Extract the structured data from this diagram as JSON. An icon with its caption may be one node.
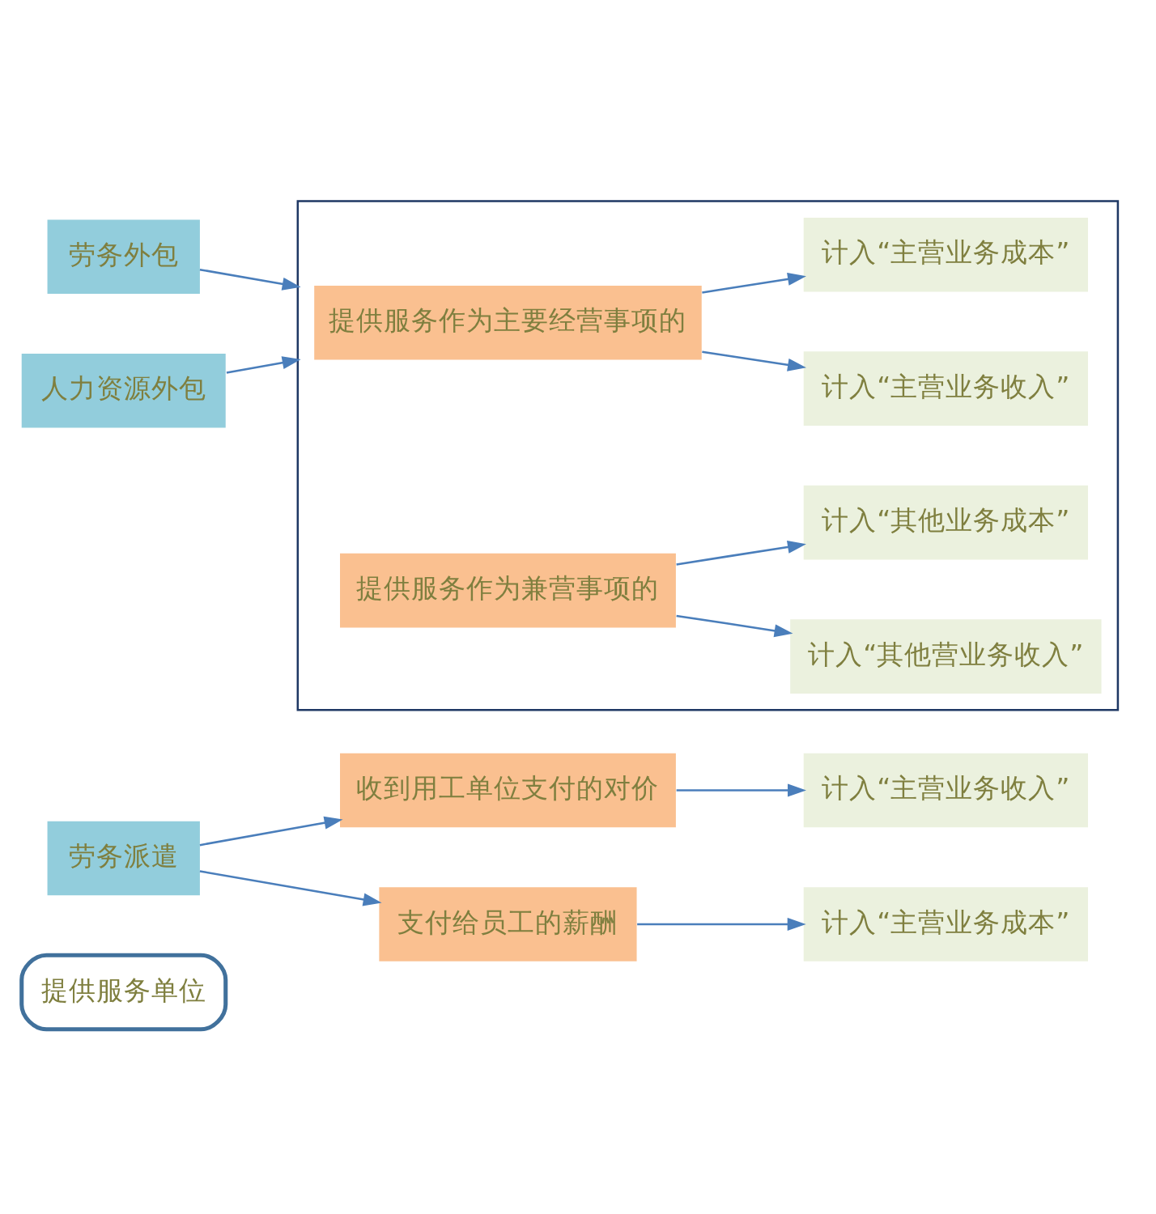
{
  "diagram": {
    "nodes": [
      {
        "text": [
          "提供服务单位"
        ]
      },
      {
        "text": [
          "劳务派遣"
        ]
      },
      {
        "text": [
          "收到用工单位支付的对价"
        ]
      },
      {
        "text": [
          "计入“主营业务收入”"
        ]
      },
      {
        "text": [
          "支付给员工的薪酬"
        ]
      },
      {
        "text": [
          "计入“主营业务成本”"
        ]
      },
      {
        "text": [
          "劳务外包"
        ]
      },
      {
        "text": [
          "人力资源外包"
        ]
      },
      {
        "text": [],
        "shape": "box"
      },
      {
        "text": [
          "提供服务作为主要经营事项的"
        ],
        "in": 8
      },
      {
        "text": [
          "计入“主营业务收入”"
        ],
        "in": 8
      },
      {
        "text": [
          "计入“主营业务成本”"
        ],
        "in": 8
      },
      {
        "text": [
          "提供服务作为兼营事项的"
        ],
        "in": 8
      },
      {
        "text": [
          "计入“其他营业务收入”"
        ],
        "in": 8
      },
      {
        "text": [
          "计入“其他业务成本”"
        ],
        "in": 8
      }
    ],
    "edges": [
      {
        "from": 1,
        "to": 2,
        "arrow": "to"
      },
      {
        "from": 1,
        "to": 4,
        "arrow": "to"
      },
      {
        "from": 2,
        "to": 3,
        "arrow": "to"
      },
      {
        "from": 4,
        "to": 5,
        "arrow": "to"
      },
      {
        "from": 6,
        "to": 8,
        "arrow": "to"
      },
      {
        "from": 7,
        "to": 8,
        "arrow": "to"
      },
      {
        "from": 9,
        "to": 10,
        "arrow": "to"
      },
      {
        "from": 9,
        "to": 11,
        "arrow": "to"
      },
      {
        "from": 12,
        "to": 13,
        "arrow": "to"
      },
      {
        "from": 12,
        "to": 14,
        "arrow": "to"
      }
    ]
  }
}
